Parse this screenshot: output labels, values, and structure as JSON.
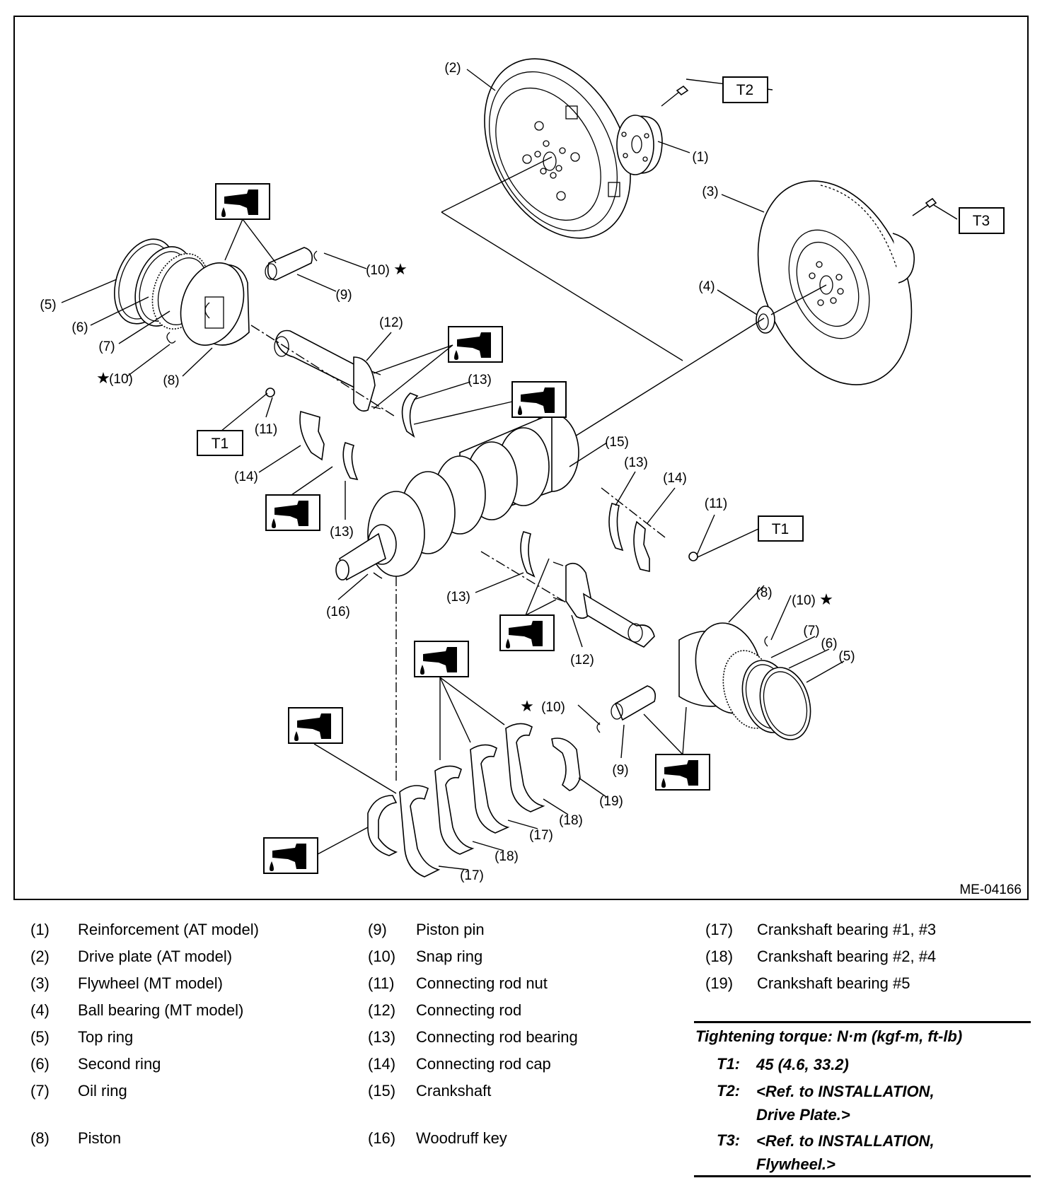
{
  "figure": {
    "id": "ME-04166",
    "callouts": {
      "c2": "(2)",
      "c1": "(1)",
      "c3": "(3)",
      "c4": "(4)",
      "c5a": "(5)",
      "c6a": "(6)",
      "c7a": "(7)",
      "c10a": "(10)",
      "c8a": "(8)",
      "c9a": "(9)",
      "c10b": "(10)",
      "c12a": "(12)",
      "c13a": "(13)",
      "c11a": "(11)",
      "c14a": "(14)",
      "c13b": "(13)",
      "c15": "(15)",
      "c13c": "(13)",
      "c14b": "(14)",
      "c11b": "(11)",
      "c16": "(16)",
      "c13d": "(13)",
      "c12b": "(12)",
      "c8b": "(8)",
      "c10c": "(10)",
      "c7b": "(7)",
      "c6b": "(6)",
      "c5b": "(5)",
      "c10d": "(10)",
      "c9b": "(9)",
      "c19": "(19)",
      "c18a": "(18)",
      "c17a": "(17)",
      "c18b": "(18)",
      "c17b": "(17)"
    },
    "torque_boxes": {
      "t2": "T2",
      "t3": "T3",
      "t1a": "T1",
      "t1b": "T1"
    },
    "symbols": {
      "star": "★",
      "oil_icon": "apply-oil-icon"
    }
  },
  "legend": {
    "col1": [
      {
        "num": "(1)",
        "text": "Reinforcement (AT model)"
      },
      {
        "num": "(2)",
        "text": "Drive plate (AT model)"
      },
      {
        "num": "(3)",
        "text": "Flywheel (MT model)"
      },
      {
        "num": "(4)",
        "text": "Ball bearing (MT model)"
      },
      {
        "num": "(5)",
        "text": "Top ring"
      },
      {
        "num": "(6)",
        "text": "Second ring"
      },
      {
        "num": "(7)",
        "text": "Oil ring"
      },
      {
        "num": "(8)",
        "text": "Piston"
      }
    ],
    "col2": [
      {
        "num": "(9)",
        "text": "Piston pin"
      },
      {
        "num": "(10)",
        "text": "Snap ring"
      },
      {
        "num": "(11)",
        "text": "Connecting rod nut"
      },
      {
        "num": "(12)",
        "text": "Connecting rod"
      },
      {
        "num": "(13)",
        "text": "Connecting rod bearing"
      },
      {
        "num": "(14)",
        "text": "Connecting rod cap"
      },
      {
        "num": "(15)",
        "text": "Crankshaft"
      },
      {
        "num": "(16)",
        "text": "Woodruff key"
      }
    ],
    "col3": [
      {
        "num": "(17)",
        "text": "Crankshaft bearing #1, #3"
      },
      {
        "num": "(18)",
        "text": "Crankshaft bearing #2, #4"
      },
      {
        "num": "(19)",
        "text": "Crankshaft bearing #5"
      }
    ]
  },
  "torque": {
    "title": "Tightening torque: N·m (kgf-m, ft-lb)",
    "items": [
      {
        "key": "T1:",
        "line1": "45 (4.6, 33.2)",
        "line2": ""
      },
      {
        "key": "T2:",
        "line1": "<Ref. to INSTALLATION,",
        "line2": "Drive Plate.>"
      },
      {
        "key": "T3:",
        "line1": "<Ref. to INSTALLATION,",
        "line2": "Flywheel.>"
      }
    ]
  }
}
